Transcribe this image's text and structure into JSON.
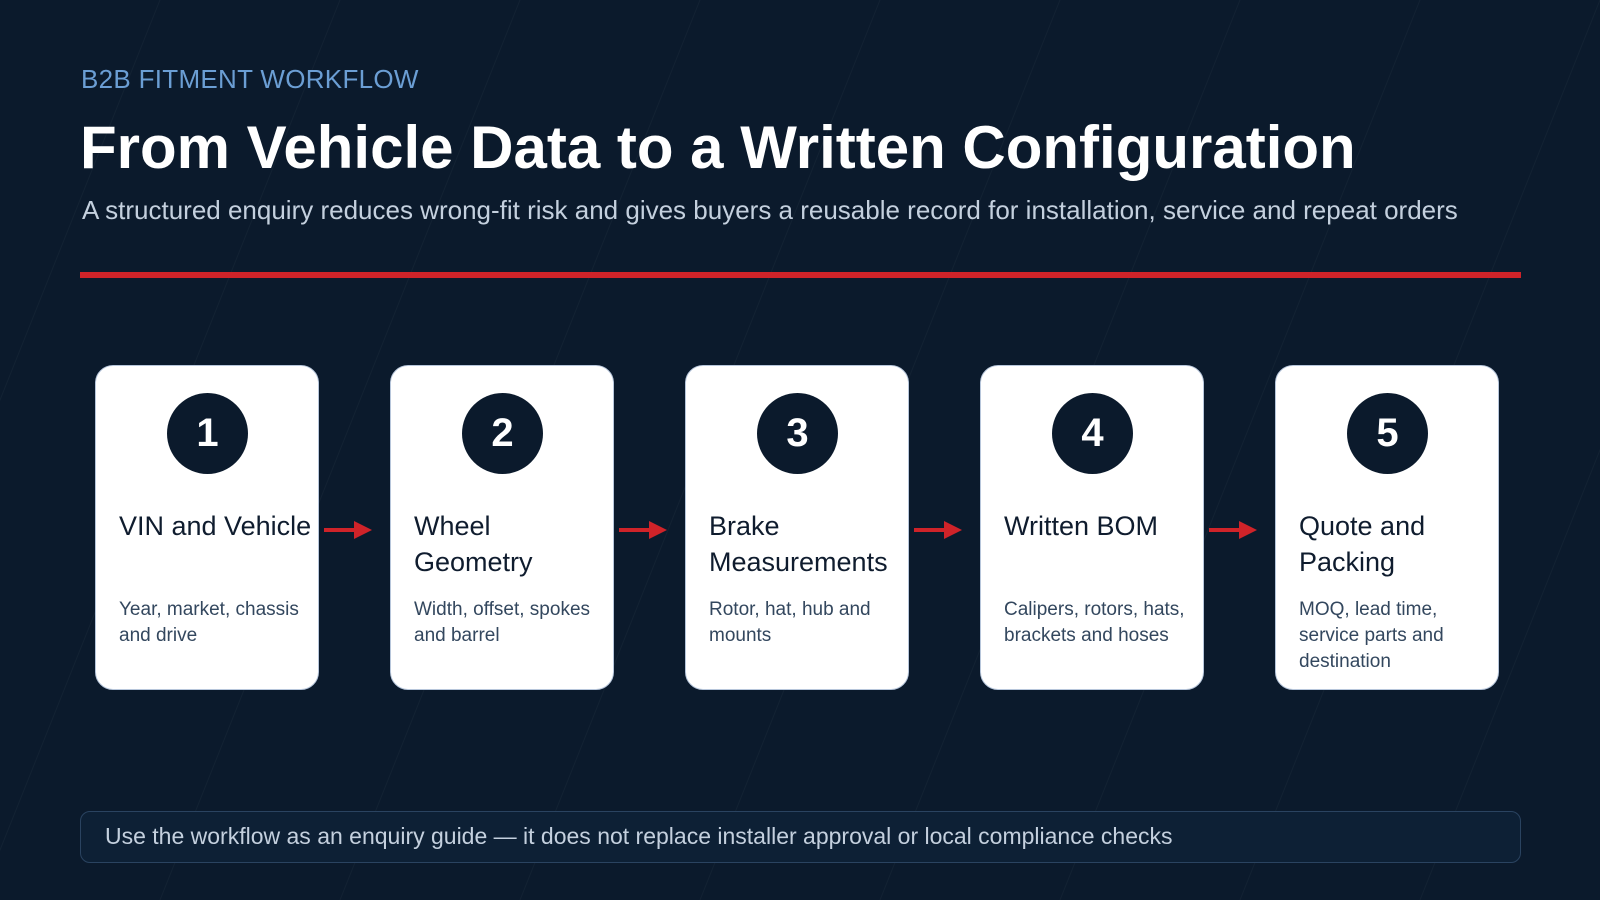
{
  "eyebrow": "B2B FITMENT WORKFLOW",
  "title": "From Vehicle Data to a Written Configuration",
  "subtitle": "A structured enquiry reduces wrong-fit risk and gives buyers a reusable record for installation, service and repeat orders",
  "steps": [
    {
      "number": "1",
      "title": "VIN and Vehicle",
      "description": "Year, market, chassis and drive"
    },
    {
      "number": "2",
      "title": "Wheel Geometry",
      "description": "Width, offset, spokes and barrel"
    },
    {
      "number": "3",
      "title": "Brake Measurements",
      "description": "Rotor, hat, hub and mounts"
    },
    {
      "number": "4",
      "title": "Written BOM",
      "description": "Calipers, rotors, hats, brackets and hoses"
    },
    {
      "number": "5",
      "title": "Quote and Packing",
      "description": "MOQ, lead time, service parts and destination"
    }
  ],
  "note": "Use the workflow as an enquiry guide — it does not replace installer approval or local compliance checks",
  "colors": {
    "background": "#0b1a2c",
    "accent": "#cf2329",
    "eyebrow": "#6b9ed4",
    "card": "#ffffff",
    "badge": "#0b1a2c"
  },
  "icons": {
    "connector": "right-arrow-icon"
  }
}
